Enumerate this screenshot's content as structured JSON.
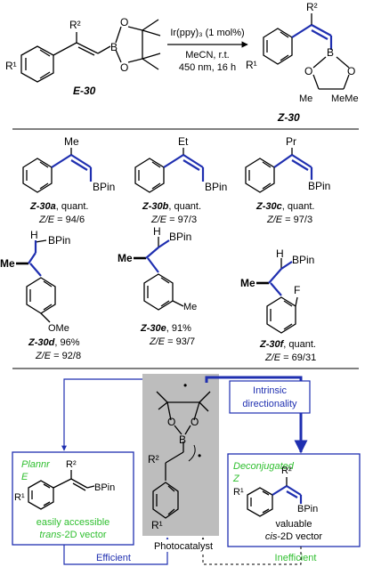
{
  "header": {
    "reagent_line1": "Ir(ppy)₃ (1 mol%)",
    "reagent_line2": "MeCN, r.t.",
    "reagent_line3": "450 nm, 16 h",
    "left_label": "E-30",
    "right_label": "Z-30",
    "r1": "R¹",
    "r2": "R²",
    "bpin_me": "Me",
    "bpin_b": "B",
    "bpin_o": "O",
    "bpin_meme": "MeMe"
  },
  "products": [
    {
      "substituent": "Me",
      "bpin": "BPin",
      "label": "Z-30a",
      "yield": ", quant.",
      "ratio_label": "Z/E",
      "ratio": " = 94/6"
    },
    {
      "substituent": "Et",
      "bpin": "BPin",
      "label": "Z-30b",
      "yield": ", quant.",
      "ratio_label": "Z/E",
      "ratio": " = 97/3"
    },
    {
      "substituent": "Pr",
      "bpin": "BPin",
      "label": "Z-30c",
      "yield": ", quant.",
      "ratio_label": "Z/E",
      "ratio": " = 97/3"
    },
    {
      "substituent": "Me",
      "h": "H",
      "bpin": "BPin",
      "aryl_sub": "OMe",
      "label": "Z-30d",
      "yield": ", 96%",
      "ratio_label": "Z/E",
      "ratio": " = 92/8"
    },
    {
      "substituent": "Me",
      "h": "H",
      "bpin": "BPin",
      "aryl_sub": "Me",
      "label": "Z-30e",
      "yield": ", 91%",
      "ratio_label": "Z/E",
      "ratio": " = 93/7"
    },
    {
      "substituent": "Me",
      "h": "H",
      "bpin": "BPin",
      "aryl_sub": "F",
      "label": "Z-30f",
      "yield": ", quant.",
      "ratio_label": "Z/E",
      "ratio": " = 69/31"
    }
  ],
  "mechanism": {
    "left_title": "Plannr",
    "left_subtitle": "E",
    "left_r2": "R²",
    "left_r1": "R¹",
    "left_bpin": "BPin",
    "left_desc1": "easily accessible",
    "left_desc2_italic": "trans",
    "left_desc2_rest": "-2D vector",
    "right_title": "Deconjugated",
    "right_subtitle": "Z",
    "right_r2": "R²",
    "right_r1": "R¹",
    "right_bpin": "BPin",
    "right_desc1": "valuable",
    "right_desc2_italic": "cis",
    "right_desc2_rest": "-2D vector",
    "center_b": "B",
    "center_o": "O",
    "center_r2": "R²",
    "center_r1": "R¹",
    "radical": "•",
    "intrinsic_line1": "Intrinsic",
    "intrinsic_line2": "directionality",
    "photocatalyst": "Photocatalyst",
    "efficient": "Efficient",
    "inefficient": "Inefficient"
  },
  "colors": {
    "bond_blue": "#1f2fb0",
    "label_green": "#2fbf2f",
    "gray_box": "#bdbdbd"
  }
}
